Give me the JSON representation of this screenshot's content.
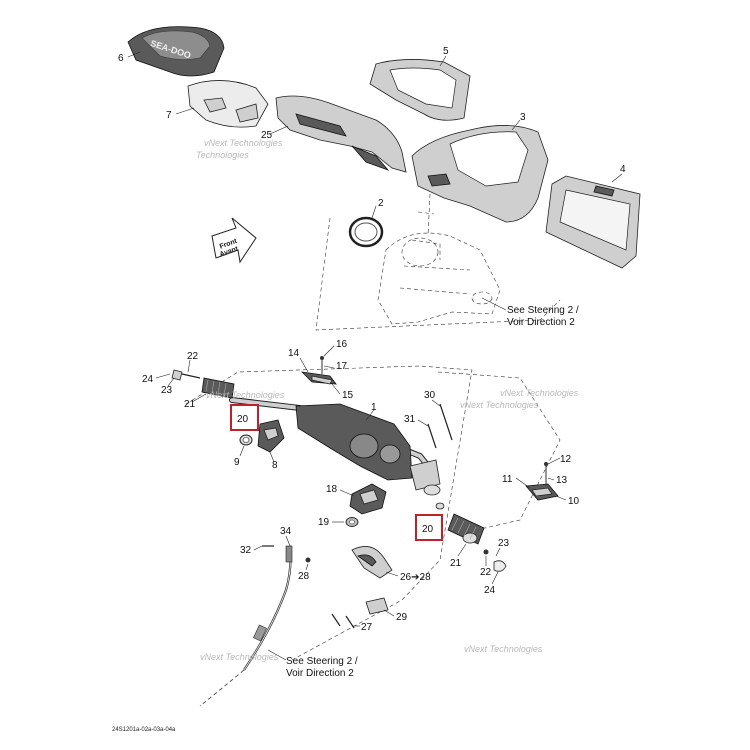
{
  "callouts": {
    "c1": "1",
    "c2": "2",
    "c3": "3",
    "c4": "4",
    "c5": "5",
    "c6": "6",
    "c7": "7",
    "c8": "8",
    "c9": "9",
    "c10": "10",
    "c11": "11",
    "c12": "12",
    "c13": "13",
    "c14": "14",
    "c15": "15",
    "c16": "16",
    "c17": "17",
    "c18": "18",
    "c19": "19",
    "c20a": "20",
    "c20b": "20",
    "c21a": "21",
    "c21b": "21",
    "c22a": "22",
    "c22b": "22",
    "c23a": "23",
    "c23b": "23",
    "c24a": "24",
    "c24b": "24",
    "c25": "25",
    "c26": "26➔28",
    "c27": "27",
    "c28": "28",
    "c29": "29",
    "c30": "30",
    "c31": "31",
    "c32": "32",
    "c34": "34"
  },
  "notes": {
    "see_steering_1_line1": "See Steering 2 /",
    "see_steering_1_line2": "Voir Direction 2",
    "see_steering_2_line1": "See Steering 2 /",
    "see_steering_2_line2": "Voir Direction 2"
  },
  "front_arrow": {
    "line1": "Front",
    "line2": "Avant"
  },
  "watermarks": {
    "wm1": "vNext Technologies",
    "wm1b": "Technologies",
    "wm2": "vNext Technologies",
    "wm3": "vNext Technologies",
    "wm4": "vNext Technologies",
    "wm5": "vNext Technologies",
    "wm6": "vNext Technologies"
  },
  "logo_text": "SEA-DOO",
  "drawing_code": "24S1201a-02a-03a-04a",
  "highlight_color": "#c0202a"
}
